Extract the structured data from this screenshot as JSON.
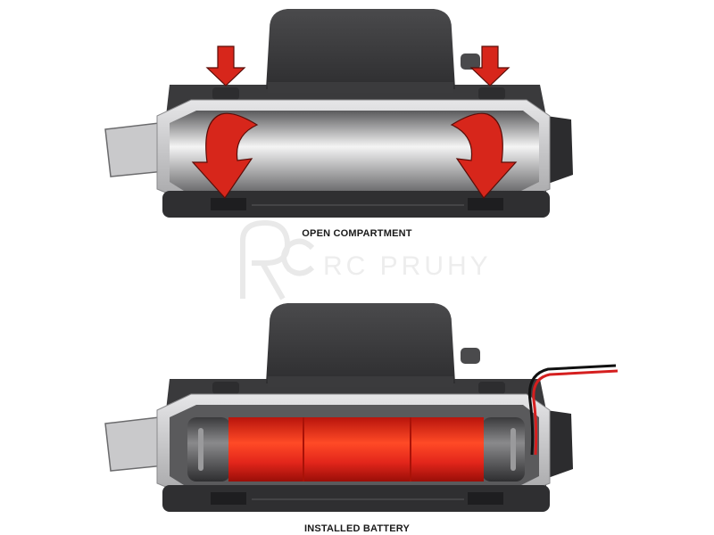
{
  "captions": {
    "top": "OPEN COMPARTMENT",
    "bottom": "INSTALLED BATTERY"
  },
  "watermark": {
    "text": "RC PRUHY"
  },
  "colors": {
    "arrow": "#d7261b",
    "battery": "#e3261b",
    "housing_dark": "#3c3c3e",
    "housing_frame": "#cfcfd1",
    "wire_red": "#d51f1f",
    "wire_black": "#111111"
  },
  "icons": {
    "push_arrows": "down-arrow-icon",
    "rotate_arrows": "curved-arrow-icon"
  }
}
